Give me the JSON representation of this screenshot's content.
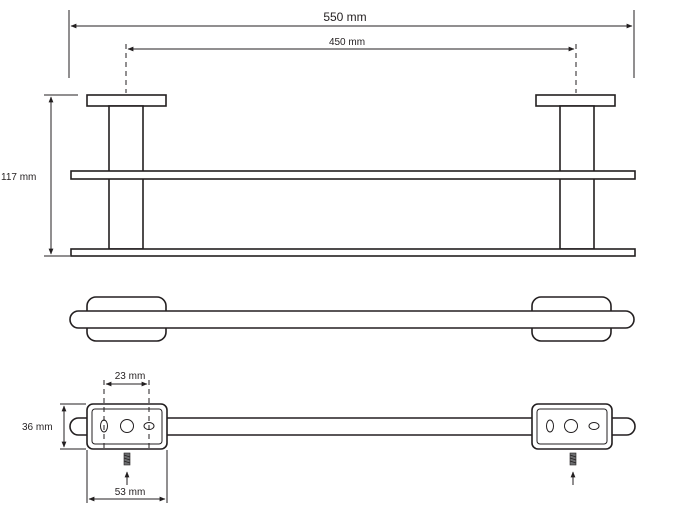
{
  "dimensions": {
    "overall_width": "550 mm",
    "bracket_spacing": "450 mm",
    "height": "117 mm",
    "hole_spacing": "23 mm",
    "bracket_depth": "36 mm",
    "bracket_width": "53 mm"
  },
  "colors": {
    "line": "#231f20",
    "background": "#ffffff"
  }
}
